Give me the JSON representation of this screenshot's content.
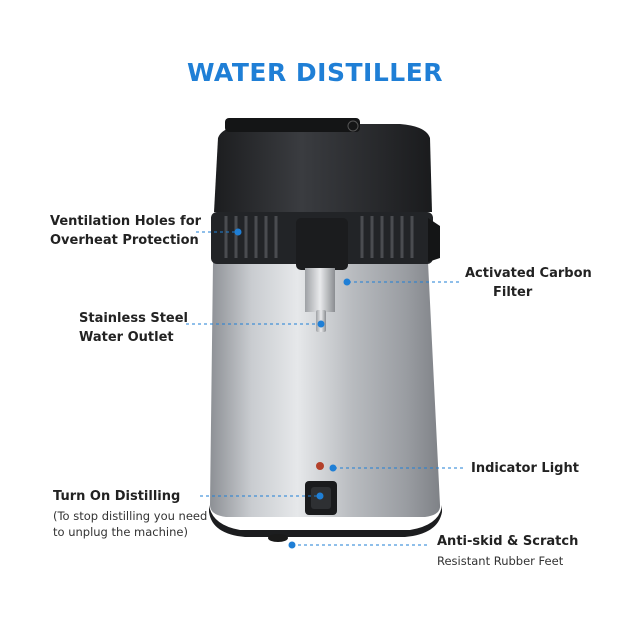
{
  "title": "WATER DISTILLER",
  "callouts": {
    "ventilation": {
      "line1": "Ventilation Holes for",
      "line2": "Overheat Protection"
    },
    "carbon_filter": {
      "line1": "Activated Carbon",
      "line2": "Filter"
    },
    "outlet": {
      "line1": "Stainless Steel",
      "line2": "Water Outlet"
    },
    "indicator": {
      "line1": "Indicator Light"
    },
    "turn_on": {
      "line1": "Turn On Distilling",
      "note1": "(To stop distilling you need",
      "note2": "to unplug the machine)"
    },
    "feet": {
      "line1": "Anti-skid & Scratch",
      "note1": "Resistant Rubber Feet"
    }
  },
  "colors": {
    "accent": "#1f7fd6",
    "body_steel": "#b9bcc0",
    "top_black": "#2b2d30",
    "indicator_red": "#b3402a"
  }
}
